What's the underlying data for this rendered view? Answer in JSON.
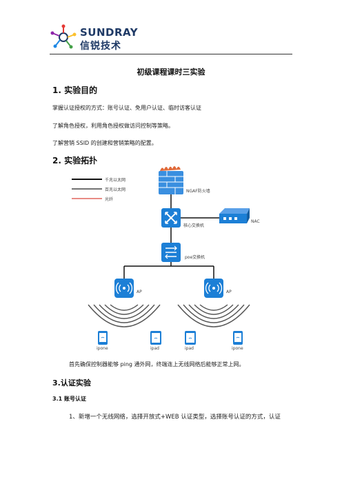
{
  "header": {
    "brand_en": "SUNDRAY",
    "brand_cn": "信锐技术"
  },
  "doc": {
    "title": "初级课程课时三实验",
    "section1_heading": "1. 实验目的",
    "goals": [
      "掌握认证授权的方式：账号认证、免用户认证、临时访客认证",
      "了解角色授权，利用角色授权做访问控制等策略。",
      "了解营销 SSID 的创建和营销策略的配置。"
    ],
    "section2_heading": "2. 实验拓扑",
    "topology_note": "首先确保控制器能够 ping 通外网，终端连上无线网络后能够正常上网。",
    "section3_heading": "3.认证实验",
    "sub31_heading": "3.1 账号认证",
    "step1": "1、新增一个无线网络，选择开放式+WEB 认证类型，选择账号认证的方式，认证"
  },
  "diagram": {
    "legend": [
      {
        "label": "千兆以太网",
        "color": "#111111"
      },
      {
        "label": "百兆以太网",
        "color": "#444444"
      },
      {
        "label": "光纤",
        "color": "#d9443a"
      }
    ],
    "nodes": {
      "firewall": "NGAF防火墙",
      "core_switch": "核心交换机",
      "nac": "NAC",
      "poe_switch": "poe交换机",
      "ap_left": "AP",
      "ap_right": "AP"
    },
    "clients": [
      "ipone",
      "ipad",
      "ipad",
      "ipone"
    ],
    "colors": {
      "device_blue": "#1c7fd6",
      "firewall_blue": "#3a8fe0",
      "wave_gray": "#555555"
    }
  }
}
